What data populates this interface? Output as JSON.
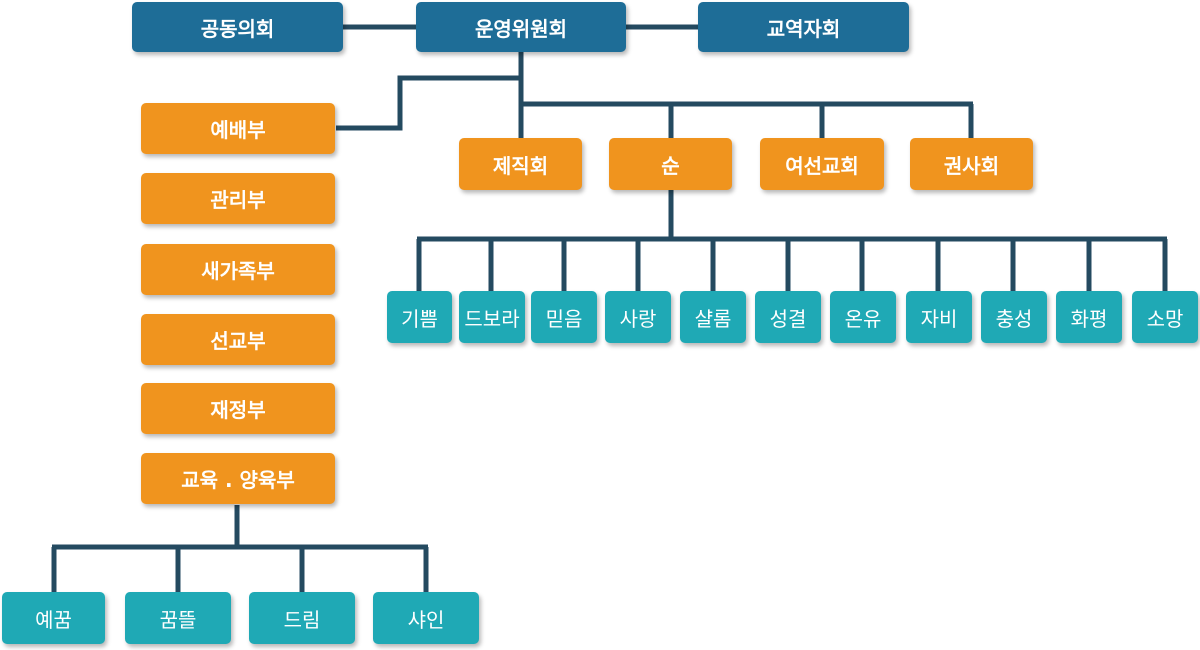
{
  "colors": {
    "top_box": "#1e6d97",
    "dept_box": "#f0941e",
    "team_box": "#1fa9b5",
    "connector": "#244a60"
  },
  "top_row": {
    "joint_council": "공동의회",
    "steering_committee": "운영위원회",
    "inter_church_council": "교역자회"
  },
  "departments": [
    "예배부",
    "관리부",
    "새가족부",
    "선교부",
    "재정부",
    "교육 . 양육부"
  ],
  "committee_children": [
    "제직회",
    "순",
    "여선교회",
    "권사회"
  ],
  "soon_groups": [
    "기쁨",
    "드보라",
    "믿음",
    "사랑",
    "샬롬",
    "성결",
    "온유",
    "자비",
    "충성",
    "화평",
    "소망"
  ],
  "education_groups": [
    "예꿈",
    "꿈뜰",
    "드림",
    "샤인"
  ]
}
